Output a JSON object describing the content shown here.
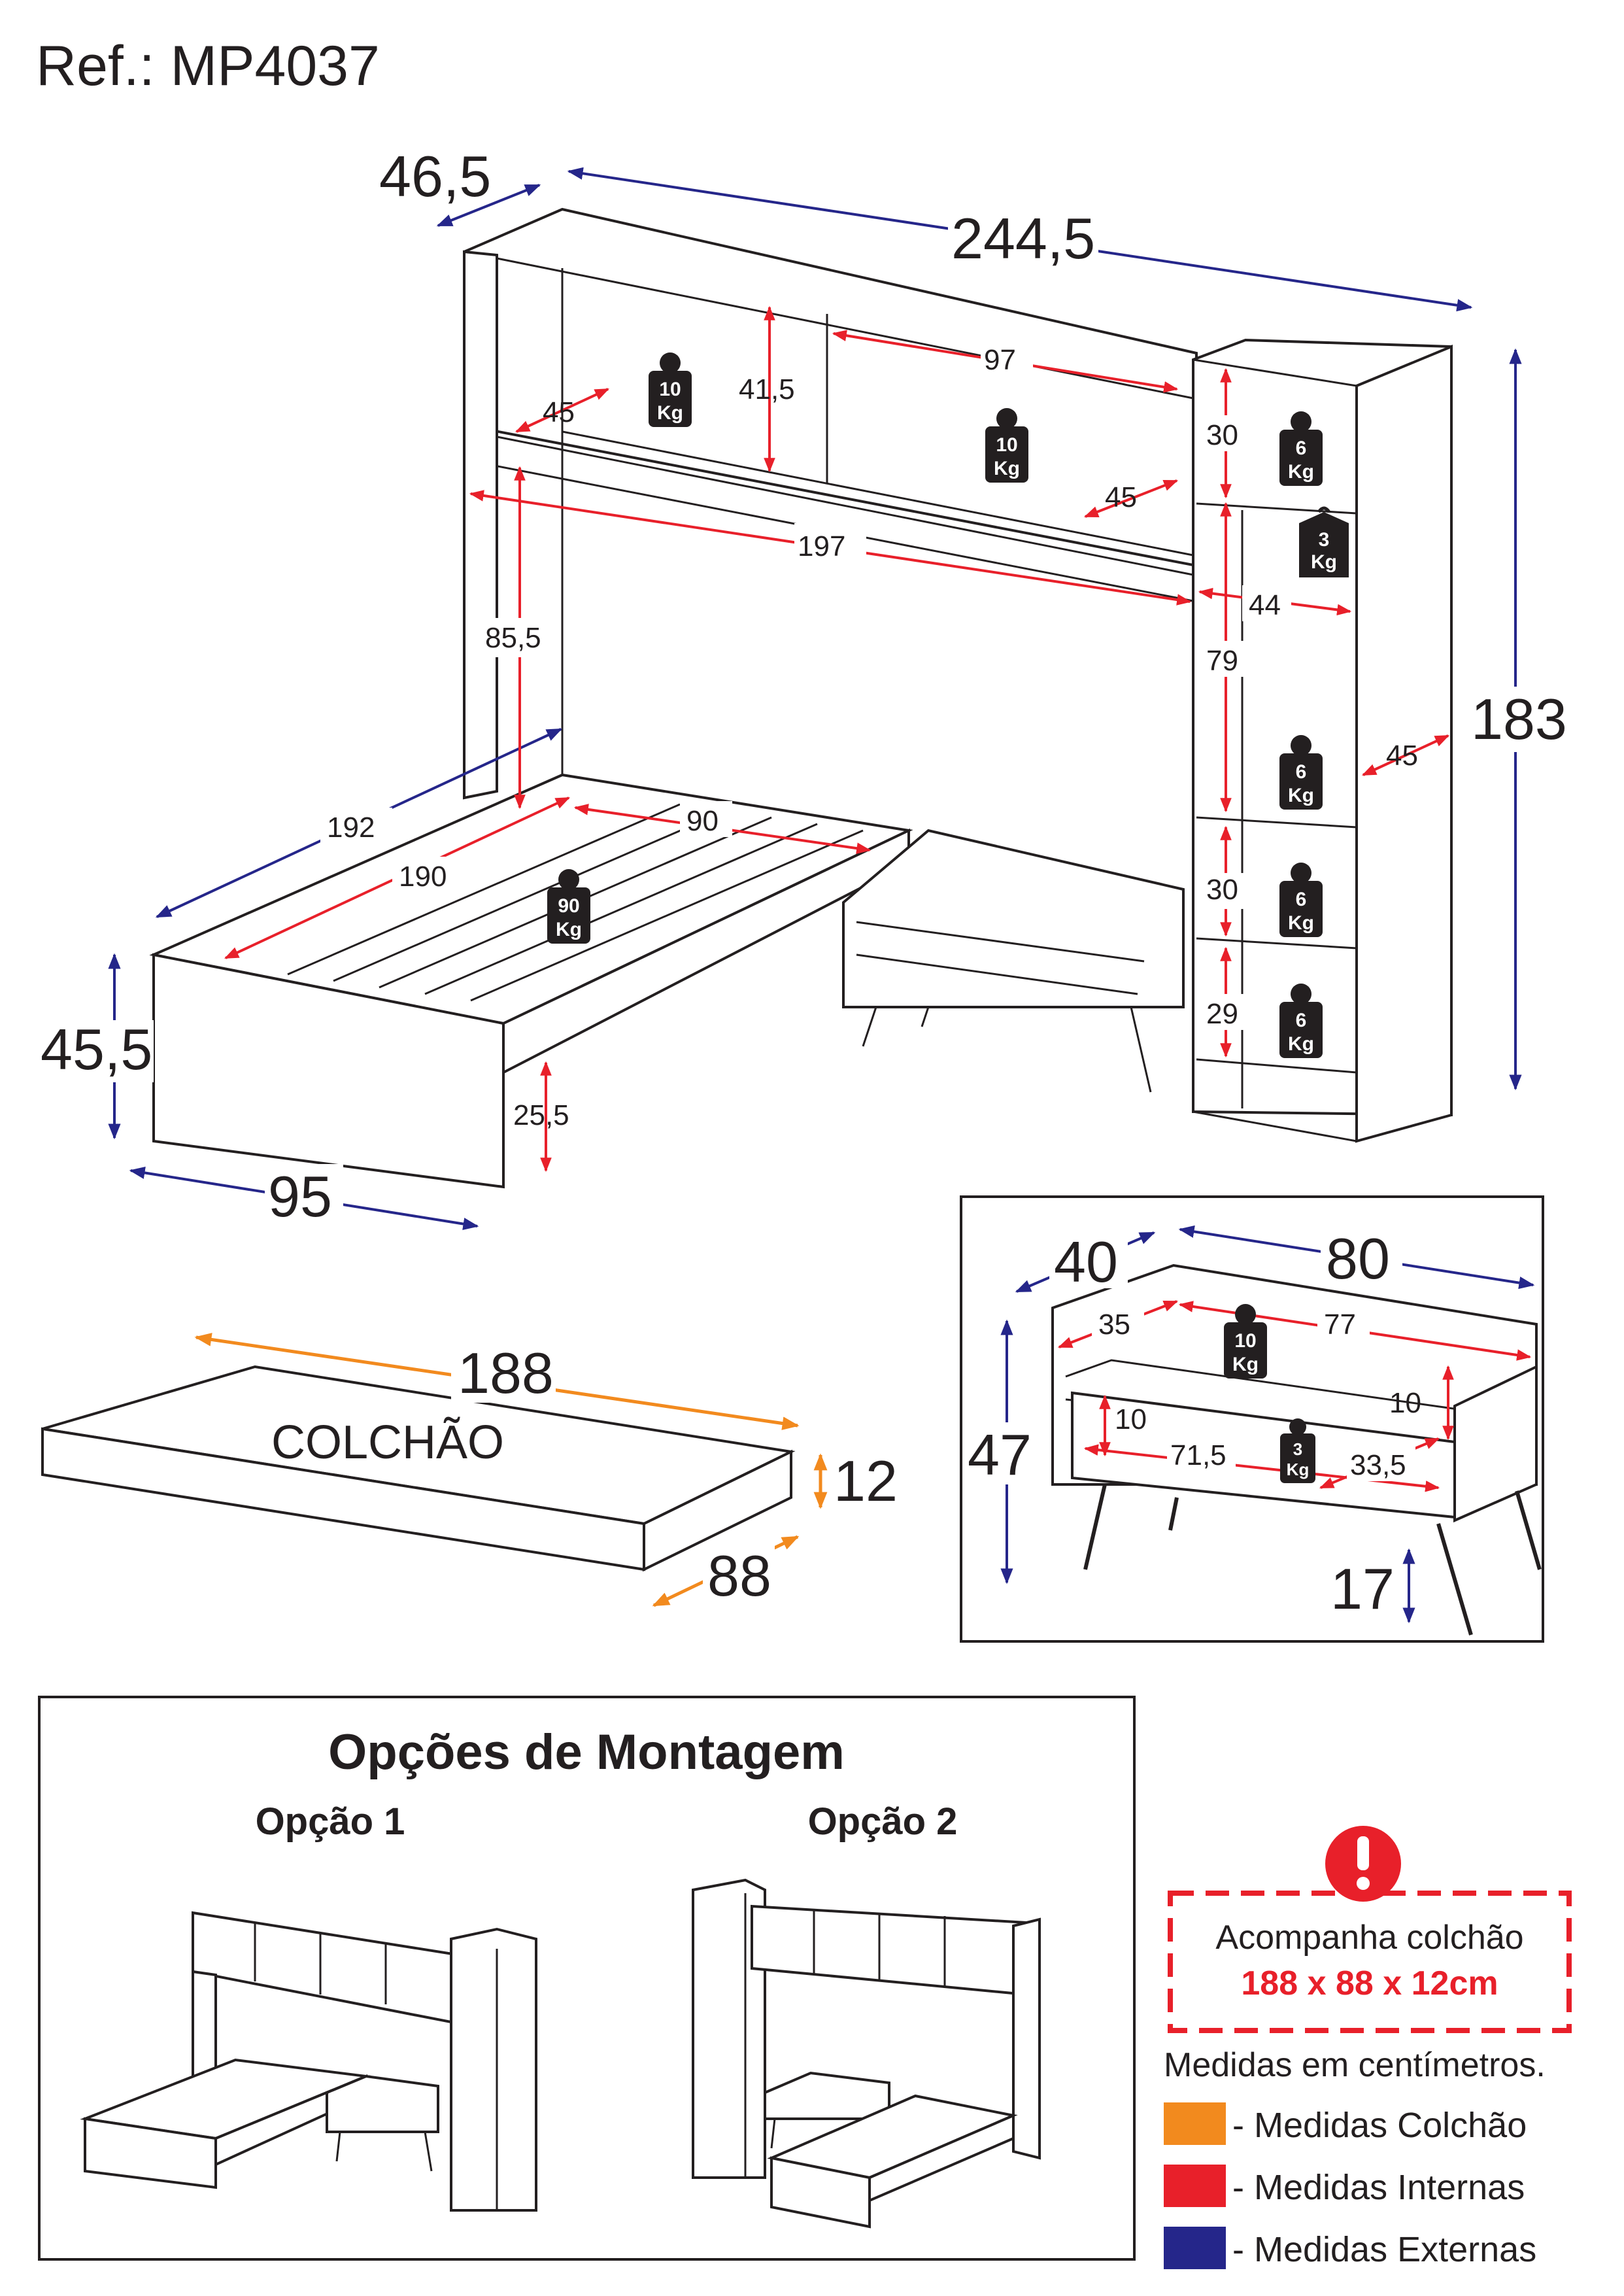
{
  "reference": "Ref.: MP4037",
  "colors": {
    "orange": "#f28a1e",
    "red": "#e8202a",
    "blue": "#25268a",
    "outline": "#231f20",
    "weight_badge": "#231f20"
  },
  "dimensions": {
    "main_depth": "46,5",
    "main_width": "244,5",
    "closet_height": "183",
    "bed_height": "45,5",
    "bed_width": "95",
    "bed_length_outer": "192",
    "bed_length_inner": "190",
    "bed_inner_width": "90",
    "under_bed_clearance": "25,5",
    "shelf_height": "41,5",
    "shelf_depth": "45",
    "shelf_width": "97",
    "shelf_depth_2": "45",
    "bridge_width": "197",
    "bridge_height": "85,5",
    "closet_top_height": "30",
    "closet_width": "44",
    "closet_hang_height": "79",
    "closet_depth": "45",
    "closet_shelf_30": "30",
    "closet_shelf_29": "29"
  },
  "weights": {
    "shelf_left": {
      "value": "10",
      "unit": "Kg"
    },
    "shelf_right": {
      "value": "10",
      "unit": "Kg"
    },
    "closet_top": {
      "value": "6",
      "unit": "Kg"
    },
    "hanger_rod": {
      "value": "3",
      "unit": "Kg"
    },
    "closet_mid": {
      "value": "6",
      "unit": "Kg"
    },
    "closet_low1": {
      "value": "6",
      "unit": "Kg"
    },
    "closet_low2": {
      "value": "6",
      "unit": "Kg"
    },
    "bed": {
      "value": "90",
      "unit": "Kg"
    },
    "nightstand_top": {
      "value": "10",
      "unit": "Kg"
    },
    "nightstand_drawer": {
      "value": "3",
      "unit": "Kg"
    }
  },
  "mattress": {
    "label": "COLCHÃO",
    "length": "188",
    "thickness": "12",
    "width": "88"
  },
  "nightstand": {
    "depth": "40",
    "width": "80",
    "height": "47",
    "leg_height": "17",
    "inner_depth": "35",
    "inner_width": "77",
    "inner_height": "10",
    "drawer_height": "10",
    "drawer_width": "71,5",
    "drawer_depth": "33,5"
  },
  "assembly": {
    "title": "Opções de Montagem",
    "option1": "Opção 1",
    "option2": "Opção 2"
  },
  "notice": {
    "line1": "Acompanha colchão",
    "line2": "188 x 88 x 12cm",
    "units_note": "Medidas em centímetros."
  },
  "legend": [
    {
      "label": "- Medidas Colchão",
      "color": "#f28a1e"
    },
    {
      "label": "- Medidas Internas",
      "color": "#e8202a"
    },
    {
      "label": "- Medidas Externas",
      "color": "#25268a"
    }
  ]
}
